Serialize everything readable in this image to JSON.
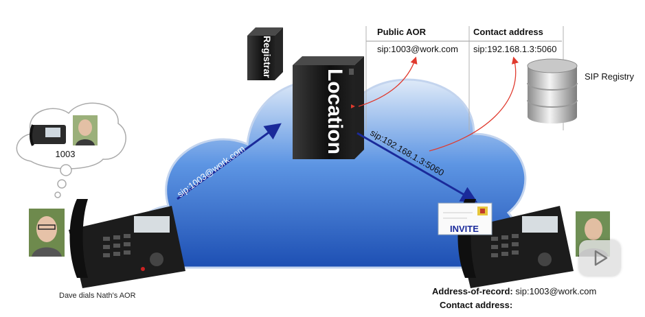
{
  "registrar": {
    "label": "Registrar"
  },
  "location": {
    "label": "Location"
  },
  "table": {
    "headers": [
      "Public AOR",
      "Contact address"
    ],
    "rows": [
      [
        "sip:1003@work.com",
        "sip:192.168.1.3:5060"
      ]
    ]
  },
  "sip_registry": {
    "label": "SIP Registry"
  },
  "thought": {
    "label": "1003"
  },
  "arrows": {
    "left": "sip:1003@work.com",
    "right": "sip:192.168.1.3:5060"
  },
  "invite": {
    "label": "INVITE"
  },
  "caption": {
    "left": "Dave dials Nath's AOR"
  },
  "info": {
    "aor_label": "Address-of-record:",
    "aor_value": "sip:1003@work.com",
    "contact_label": "Contact address:"
  },
  "colors": {
    "cloud": "#2f6fd6",
    "arrow": "#1a2a9a",
    "red_arrow": "#e03a2e",
    "server": "#111111"
  },
  "icons": [
    "desk-phone-icon",
    "database-icon",
    "person-photo",
    "play-icon"
  ]
}
